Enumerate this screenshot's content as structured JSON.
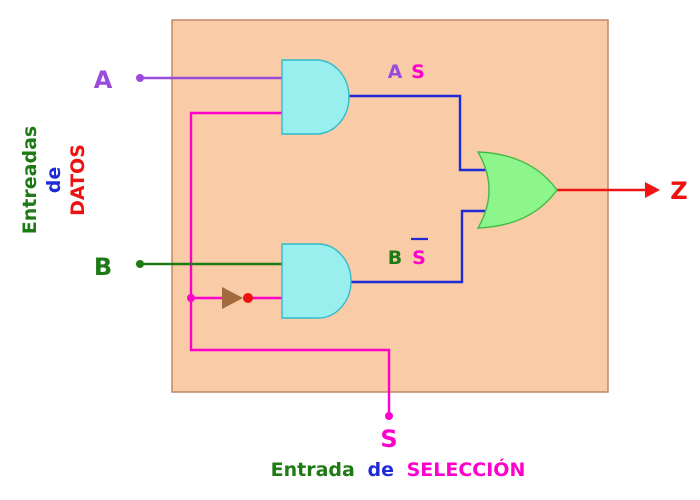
{
  "colors": {
    "panel_fill": "#F9CBA7",
    "panel_stroke": "#C08A66",
    "a_wire": "#9B4BDB",
    "s_wire": "#FF00CC",
    "b_wire": "#1E7A14",
    "out_wire": "#1F2BD6",
    "z_wire": "#F01414",
    "and_fill": "#99EEEE",
    "and_stroke": "#33BBCC",
    "or_fill": "#8CF58C",
    "or_stroke": "#44BB44",
    "inverter": "#A26A3D",
    "bubble": "#EE1111",
    "green_text": "#1E7A14",
    "red_text": "#EE1111",
    "blue_text": "#1F2BD6",
    "magenta_text": "#FF00CC",
    "purple_text": "#9B4BDB"
  },
  "inputs": {
    "a": "A",
    "b": "B",
    "s": "S"
  },
  "output": {
    "z": "Z"
  },
  "terms": {
    "and1_a": "A",
    "and1_s": "S",
    "and2_b": "B",
    "and2_s": "S"
  },
  "side_label": {
    "line1": "Entreadas",
    "line2": "de",
    "line3": "DATOS"
  },
  "bottom_label": {
    "part1": "Entrada",
    "part2": "de",
    "part3": "SELECCIÓN"
  }
}
